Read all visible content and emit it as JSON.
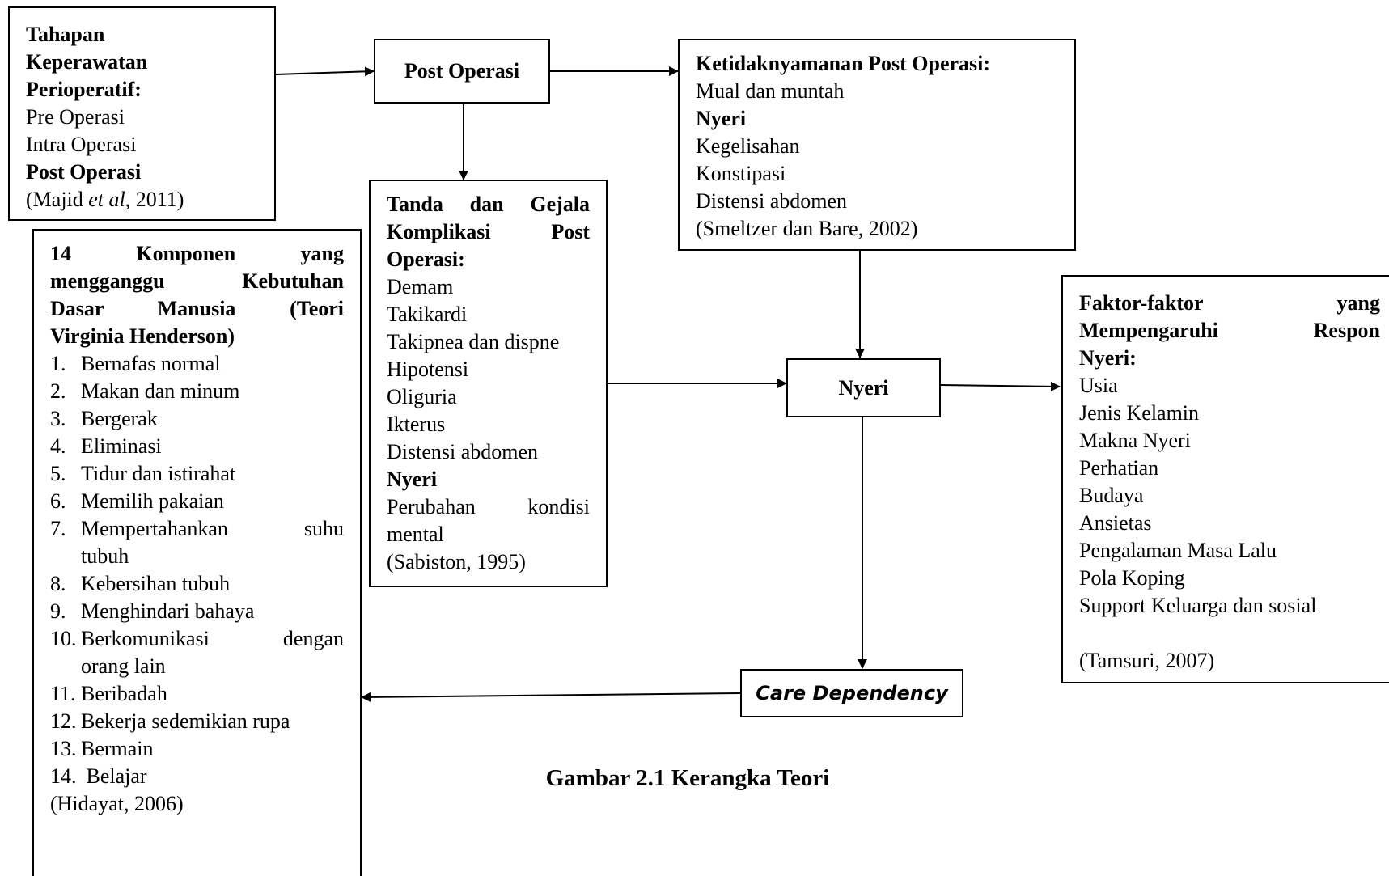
{
  "box_tahapan": {
    "title": [
      "Tahapan",
      "Keperawatan",
      "Perioperatif:"
    ],
    "items": [
      "Pre Operasi",
      "Intra Operasi"
    ],
    "bold_item": "Post Operasi",
    "ref_pre": "(Majid ",
    "ref_italic": "et al",
    "ref_post": ", 2011)"
  },
  "box_post_operasi": {
    "label": "Post Operasi"
  },
  "box_ketidaknyamanan": {
    "title": "Ketidaknyamanan Post Operasi:",
    "item1": "Mual dan muntah",
    "bold_item": "Nyeri",
    "items": [
      "Kegelisahan",
      "Konstipasi",
      "Distensi abdomen"
    ],
    "ref": "(Smeltzer dan Bare, 2002)"
  },
  "box_tanda": {
    "title_lines": [
      "Tanda dan Gejala",
      "Komplikasi Post"
    ],
    "title_last": "Operasi:",
    "items": [
      "Demam",
      "Takikardi",
      "Takipnea dan dispne",
      "Hipotensi",
      "Oliguria",
      "Ikterus",
      "Distensi abdomen"
    ],
    "bold_item": "Nyeri",
    "item_last_a": "Perubahan kondisi",
    "item_last_b": "mental",
    "ref": "(Sabiston, 1995)"
  },
  "box_komponen": {
    "title_lines": [
      "14 Komponen yang",
      "mengganggu Kebutuhan",
      "Dasar Manusia (Teori"
    ],
    "title_last": "Virginia Henderson)",
    "items": [
      {
        "n": "1.",
        "t": "Bernafas normal"
      },
      {
        "n": "2.",
        "t": "Makan dan minum"
      },
      {
        "n": "3.",
        "t": "Bergerak"
      },
      {
        "n": "4.",
        "t": "Eliminasi"
      },
      {
        "n": "5.",
        "t": "Tidur dan istirahat"
      },
      {
        "n": "6.",
        "t": "Memilih pakaian"
      },
      {
        "n": "7.",
        "t": "Mempertahankan suhu",
        "t2": "tubuh"
      },
      {
        "n": "8.",
        "t": "Kebersihan tubuh"
      },
      {
        "n": "9.",
        "t": "Menghindari bahaya"
      },
      {
        "n": "10.",
        "t": "Berkomunikasi dengan",
        "t2": "orang lain"
      },
      {
        "n": "11.",
        "t": "Beribadah"
      },
      {
        "n": "12.",
        "t": "Bekerja sedemikian rupa"
      },
      {
        "n": "13.",
        "t": "Bermain"
      },
      {
        "n": "14.",
        "t": " Belajar"
      }
    ],
    "ref": "(Hidayat, 2006)"
  },
  "box_nyeri": {
    "label": "Nyeri"
  },
  "box_faktor": {
    "title_lines": [
      "Faktor-faktor yang",
      "Mempengaruhi Respon"
    ],
    "title_last": "Nyeri:",
    "items": [
      "Usia",
      "Jenis Kelamin",
      "Makna Nyeri",
      "Perhatian",
      "Budaya",
      "Ansietas",
      "Pengalaman Masa Lalu",
      "Pola Koping",
      "Support Keluarga dan sosial"
    ],
    "ref": "(Tamsuri, 2007)"
  },
  "box_care": {
    "label": "Care Dependency"
  },
  "caption": "Gambar 2.1 Kerangka Teori"
}
